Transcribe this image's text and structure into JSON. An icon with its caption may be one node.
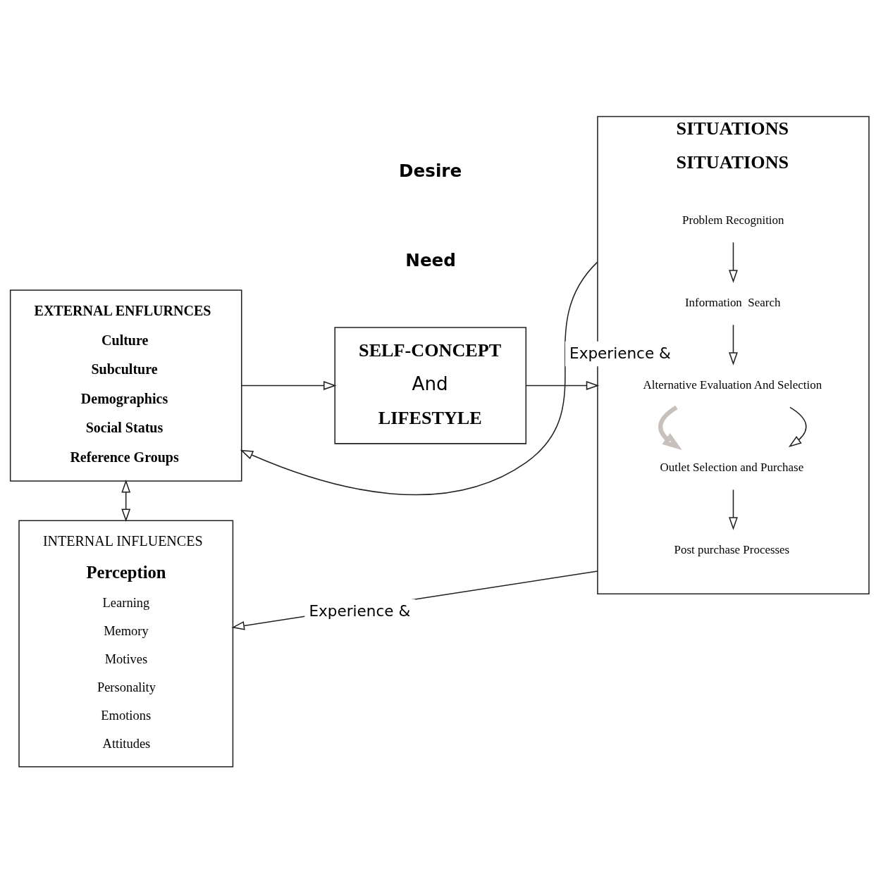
{
  "diagram": {
    "nodes": [
      {
        "text": [
          "EXTERNAL ENFLURNCES",
          "Culture",
          "Subculture",
          "Demographics",
          "Social Status",
          "Reference Groups"
        ]
      },
      {
        "text": [
          "INTERNAL INFLUENCES",
          "Perception",
          "Learning",
          "Memory",
          "Motives",
          "Personality",
          "Emotions",
          "Attitudes"
        ]
      },
      {
        "text": [
          "SELF-CONCEPT",
          "And",
          "LIFESTYLE"
        ]
      },
      {
        "text": [
          "SITUATIONS",
          "SITUATIONS"
        ]
      },
      {
        "text": [
          "Problem Recognition"
        ],
        "in": 3
      },
      {
        "text": [
          "Information  Search"
        ],
        "in": 3
      },
      {
        "text": [
          "Alternative Evaluation And Selection"
        ],
        "in": 3
      },
      {
        "text": [
          "Outlet Selection and Purchase"
        ],
        "in": 3
      },
      {
        "text": [
          "Post purchase Processes"
        ],
        "in": 3
      }
    ],
    "edges": [
      {
        "from": 3,
        "to": 0,
        "arrow": "to",
        "label": "Experience &"
      },
      {
        "from": 0,
        "to": 2,
        "arrow": "to"
      },
      {
        "from": 0,
        "to": 1,
        "arrow": "both"
      },
      {
        "from": 2,
        "to": 3,
        "arrow": "to"
      },
      {
        "from": 3,
        "to": 1,
        "arrow": "to",
        "label": "Experience &"
      },
      {
        "from": 4,
        "to": 5,
        "arrow": "to"
      },
      {
        "from": 5,
        "to": 6,
        "arrow": "to"
      },
      {
        "from": 6,
        "to": 7,
        "arrow": "to"
      },
      {
        "from": 7,
        "to": 8,
        "arrow": "to"
      },
      {
        "from": 6,
        "to": 7,
        "arrow": "to",
        "style": "thick",
        "color": "#c8c0bc"
      }
    ],
    "labels": [
      "Need",
      "Desire"
    ]
  }
}
